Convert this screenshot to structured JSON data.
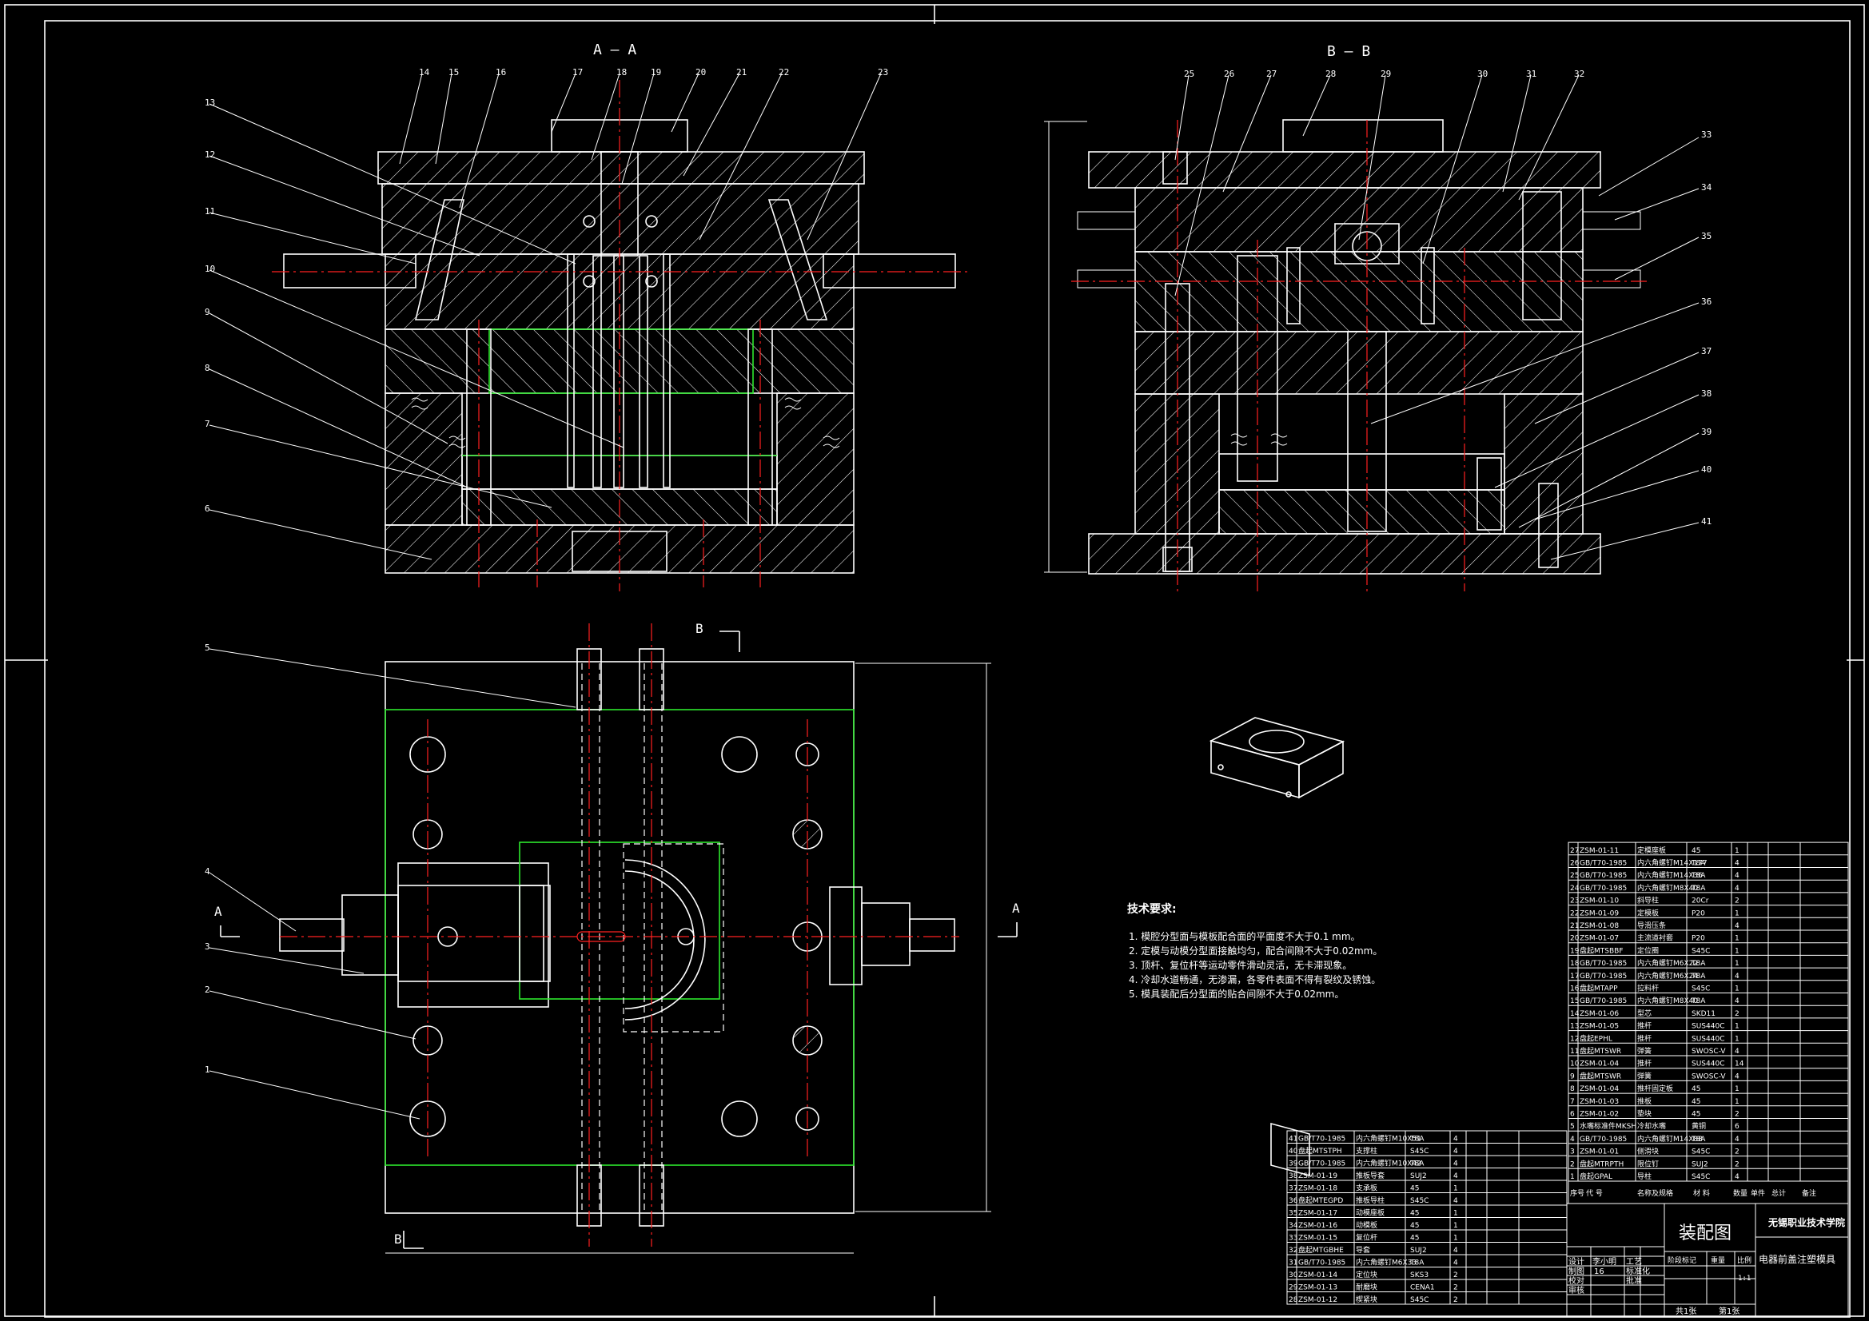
{
  "section_labels": {
    "aa_top": "A — A",
    "bb_top": "B — B",
    "a_left": "A",
    "a_right": "A",
    "b_top": "B",
    "b_bottom": "B"
  },
  "callouts_aa": [
    "14",
    "15",
    "16",
    "17",
    "18",
    "19",
    "20",
    "21",
    "22",
    "23"
  ],
  "callouts_left": [
    "13",
    "12",
    "11",
    "10",
    "9",
    "8",
    "7",
    "6"
  ],
  "callouts_plan": [
    "5",
    "4",
    "3",
    "2",
    "1"
  ],
  "callouts_bb_top": [
    "25",
    "26",
    "27",
    "28",
    "29",
    "30",
    "31",
    "32"
  ],
  "callouts_bb_right": [
    "33",
    "34",
    "35",
    "36",
    "37",
    "38",
    "39",
    "40",
    "41"
  ],
  "tech": {
    "title": "技术要求:",
    "lines": [
      "1. 模腔分型面与模板配合面的平面度不大于0.1 mm。",
      "2. 定模与动模分型面接触均匀，配合间隙不大于0.02mm。",
      "3. 顶杆、复位杆等运动零件滑动灵活，无卡滞现象。",
      "4. 冷却水道畅通，无渗漏，各零件表面不得有裂纹及锈蚀。",
      "5. 模具装配后分型面的贴合间隙不大于0.02mm。"
    ]
  },
  "bom_right": [
    [
      "27",
      "ZSM-01-11",
      "定模座板",
      "45",
      "1"
    ],
    [
      "26",
      "GB/T70-1985",
      "内六角螺钉M14X177",
      "T8A",
      "4"
    ],
    [
      "25",
      "GB/T70-1985",
      "内六角螺钉M14X36",
      "T8A",
      "4"
    ],
    [
      "24",
      "GB/T70-1985",
      "内六角螺钉M8X40",
      "T8A",
      "4"
    ],
    [
      "23",
      "ZSM-01-10",
      "斜导柱",
      "20Cr",
      "2"
    ],
    [
      "22",
      "ZSM-01-09",
      "定模板",
      "P20",
      "1"
    ],
    [
      "21",
      "ZSM-01-08",
      "导滑压条",
      "",
      "4"
    ],
    [
      "20",
      "ZSM-01-07",
      "主流道衬套",
      "P20",
      "1"
    ],
    [
      "19",
      "盘起MTSBBF",
      "定位圈",
      "S45C",
      "1"
    ],
    [
      "18",
      "GB/T70-1985",
      "内六角螺钉M6X22",
      "T8A",
      "1"
    ],
    [
      "17",
      "GB/T70-1985",
      "内六角螺钉M6X24",
      "T8A",
      "4"
    ],
    [
      "16",
      "盘起MTAPP",
      "拉料杆",
      "S45C",
      "1"
    ],
    [
      "15",
      "GB/T70-1985",
      "内六角螺钉M8X40",
      "T8A",
      "4"
    ],
    [
      "14",
      "ZSM-01-06",
      "型芯",
      "SKD11",
      "2"
    ],
    [
      "13",
      "ZSM-01-05",
      "推杆",
      "SUS440C",
      "1"
    ],
    [
      "12",
      "盘起EPHL",
      "推杆",
      "SUS440C",
      "1"
    ],
    [
      "11",
      "盘起MTSWR",
      "弹簧",
      "SWOSC-V",
      "4"
    ],
    [
      "10",
      "ZSM-01-04",
      "推杆",
      "SUS440C",
      "14"
    ],
    [
      "9",
      "盘起MTSWR",
      "弹簧",
      "SWOSC-V",
      "4"
    ],
    [
      "8",
      "ZSM-01-04",
      "推杆固定板",
      "45",
      "1"
    ],
    [
      "7",
      "ZSM-01-03",
      "推板",
      "45",
      "1"
    ],
    [
      "6",
      "ZSM-01-02",
      "垫块",
      "45",
      "2"
    ],
    [
      "5",
      "水嘴标准件MKSH",
      "冷却水嘴",
      "黄铜",
      "6"
    ],
    [
      "4",
      "GB/T70-1985",
      "内六角螺钉M14X88",
      "T8A",
      "4"
    ],
    [
      "3",
      "ZSM-01-01",
      "侧滑块",
      "S45C",
      "2"
    ],
    [
      "2",
      "盘起MTRPTH",
      "限位钉",
      "SUJ2",
      "2"
    ],
    [
      "1",
      "盘起GPAL",
      "导柱",
      "S45C",
      "4"
    ]
  ],
  "bom_right_header": [
    "序号",
    "代 号",
    "名称及规格",
    "材 料",
    "数量",
    "单件",
    "总计",
    "备注"
  ],
  "bom_left": [
    [
      "41",
      "GB/T70-1985",
      "内六角螺钉M10X51",
      "T8A",
      "4"
    ],
    [
      "40",
      "盘起MTSTPH",
      "支撑柱",
      "S45C",
      "4"
    ],
    [
      "39",
      "GB/T70-1985",
      "内六角螺钉M10X42",
      "T8A",
      "4"
    ],
    [
      "38",
      "ZSM-01-19",
      "推板导套",
      "SUJ2",
      "4"
    ],
    [
      "37",
      "ZSM-01-18",
      "支承板",
      "45",
      "1"
    ],
    [
      "36",
      "盘起MTEGPD",
      "推板导柱",
      "S45C",
      "4"
    ],
    [
      "35",
      "ZSM-01-17",
      "动模座板",
      "45",
      "1"
    ],
    [
      "34",
      "ZSM-01-16",
      "动模板",
      "45",
      "1"
    ],
    [
      "33",
      "ZSM-01-15",
      "复位杆",
      "45",
      "1"
    ],
    [
      "32",
      "盘起MTGBHE",
      "导套",
      "SUJ2",
      "4"
    ],
    [
      "31",
      "GB/T70-1985",
      "内六角螺钉M6X33",
      "T8A",
      "4"
    ],
    [
      "30",
      "ZSM-01-14",
      "定位块",
      "SKS3",
      "2"
    ],
    [
      "29",
      "ZSM-01-13",
      "耐磨块",
      "CENA1",
      "2"
    ],
    [
      "28",
      "ZSM-01-12",
      "楔紧块",
      "S45C",
      "2"
    ]
  ],
  "titleblock": {
    "school": "无锡职业技术学院",
    "drawing": "装配图",
    "product": "电器前盖注塑模具",
    "design": "设计",
    "designer": "李小明",
    "process": "工艺",
    "drafter": "制图",
    "drafter_no": "16",
    "check": "审核",
    "standard": "标准化",
    "approve": "批准",
    "review": "校对",
    "count": "共1张",
    "page": "第1张",
    "scale_label": "比例",
    "scale": "1:1",
    "weight": "重量",
    "stage": "阶段标记"
  }
}
